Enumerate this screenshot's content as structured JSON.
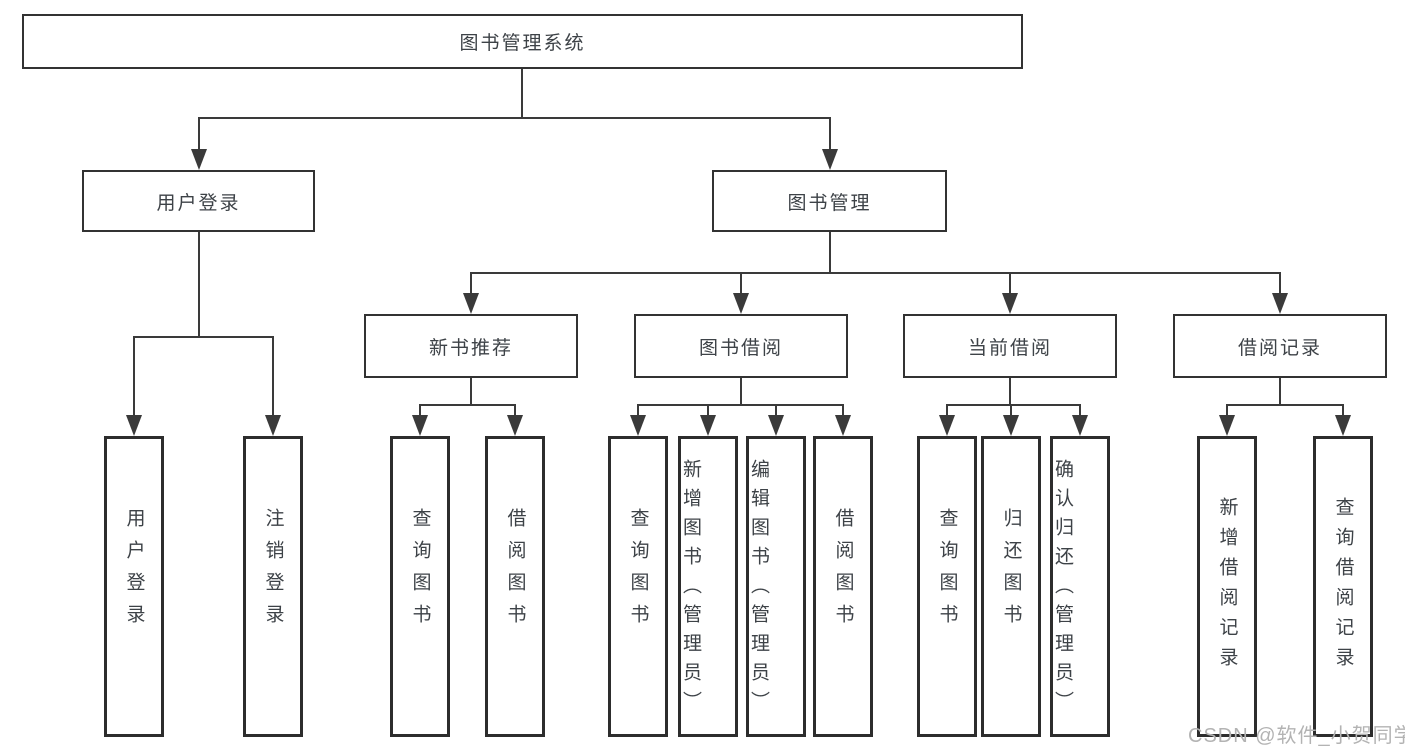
{
  "tree": {
    "label": "图书管理系统",
    "children": [
      {
        "label": "用户登录",
        "children": [
          {
            "label": "用户登录"
          },
          {
            "label": "注销登录"
          }
        ]
      },
      {
        "label": "图书管理",
        "children": [
          {
            "label": "新书推荐",
            "children": [
              {
                "label": "查询图书"
              },
              {
                "label": "借阅图书"
              }
            ]
          },
          {
            "label": "图书借阅",
            "children": [
              {
                "label": "查询图书"
              },
              {
                "label": "新增图书（管理员）"
              },
              {
                "label": "编辑图书（管理员）"
              },
              {
                "label": "借阅图书"
              }
            ]
          },
          {
            "label": "当前借阅",
            "children": [
              {
                "label": "查询图书"
              },
              {
                "label": "归还图书"
              },
              {
                "label": "确认归还（管理员）"
              }
            ]
          },
          {
            "label": "借阅记录",
            "children": [
              {
                "label": "新增借阅记录"
              },
              {
                "label": "查询借阅记录"
              }
            ]
          }
        ]
      }
    ]
  },
  "watermark": "CSDN @软件_小贺同学",
  "colors": {
    "box_border": "#2d2d2d",
    "connector_line": "#3a3a3a",
    "text": "#3d4247",
    "background": "#ffffff",
    "watermark": "#b3b3b3"
  }
}
